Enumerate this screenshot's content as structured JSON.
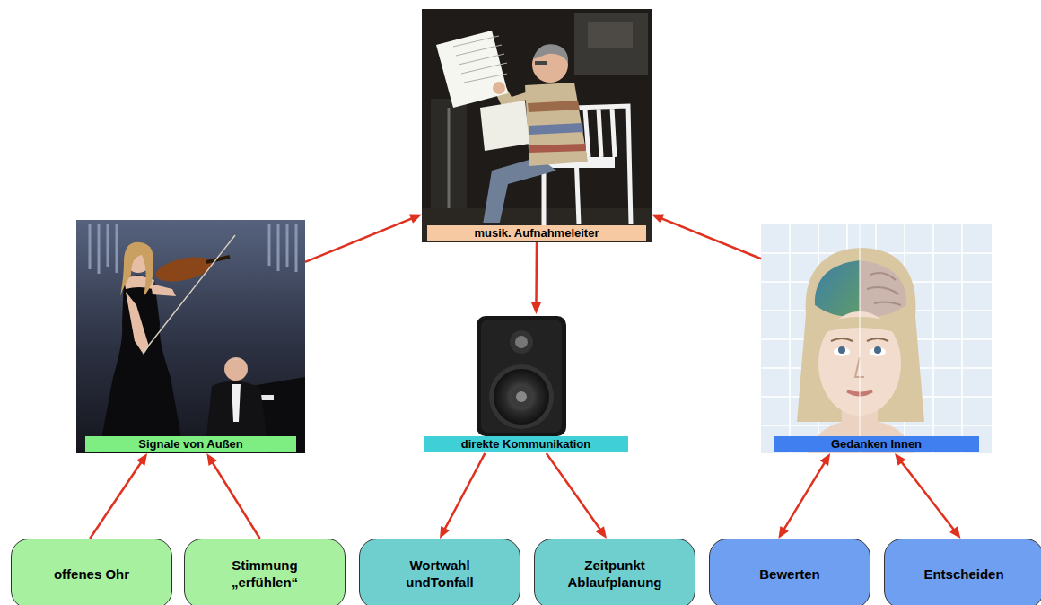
{
  "diagram": {
    "nodes": [
      {
        "text": [
          "musik. Aufnahmeleiter"
        ]
      },
      {
        "text": [
          "Signale von Außen"
        ]
      },
      {
        "text": [
          "direkte Kommunikation"
        ]
      },
      {
        "text": [
          "Gedanken Innen"
        ]
      },
      {
        "text": [
          "offenes Ohr"
        ]
      },
      {
        "text": [
          "Stimmung „erfühlen“"
        ]
      },
      {
        "text": [
          "Wortwahl undTonfall"
        ]
      },
      {
        "text": [
          "Zeitpunkt Ablaufplanung"
        ]
      },
      {
        "text": [
          "Bewerten"
        ]
      },
      {
        "text": [
          "Entscheiden"
        ]
      }
    ],
    "edges": [
      {
        "from": 1,
        "to": 0,
        "arrow": "to"
      },
      {
        "from": 3,
        "to": 0,
        "arrow": "to"
      },
      {
        "from": 0,
        "to": 2,
        "arrow": "to"
      },
      {
        "from": 4,
        "to": 1,
        "arrow": "to"
      },
      {
        "from": 5,
        "to": 1,
        "arrow": "to"
      },
      {
        "from": 2,
        "to": 6,
        "arrow": "to"
      },
      {
        "from": 2,
        "to": 7,
        "arrow": "to"
      },
      {
        "from": 3,
        "to": 8,
        "arrow": "both"
      },
      {
        "from": 3,
        "to": 9,
        "arrow": "both"
      }
    ]
  }
}
